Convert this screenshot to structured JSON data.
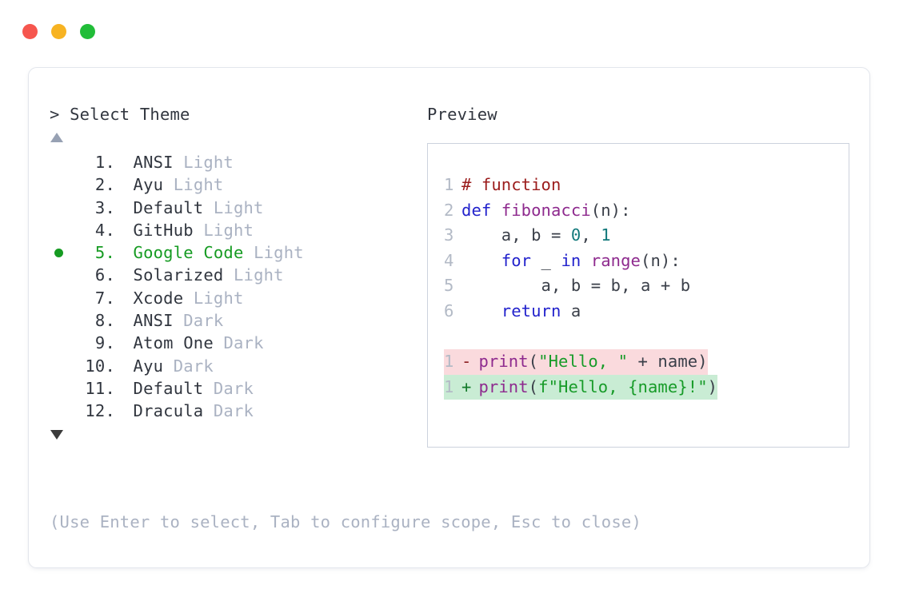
{
  "titlebar": {
    "dots": [
      {
        "name": "close-button",
        "color": "#f6564e"
      },
      {
        "name": "minimize-button",
        "color": "#f7b322"
      },
      {
        "name": "maximize-button",
        "color": "#21bd38"
      }
    ]
  },
  "left": {
    "prompt": "> Select Theme",
    "scroll_up": "▲",
    "scroll_down": "▼",
    "selected_index": 5,
    "items": [
      {
        "index": "1.",
        "name": "ANSI",
        "variant": "Light",
        "selected": false
      },
      {
        "index": "2.",
        "name": "Ayu",
        "variant": "Light",
        "selected": false
      },
      {
        "index": "3.",
        "name": "Default",
        "variant": "Light",
        "selected": false
      },
      {
        "index": "4.",
        "name": "GitHub",
        "variant": "Light",
        "selected": false
      },
      {
        "index": "5.",
        "name": "Google Code",
        "variant": "Light",
        "selected": true
      },
      {
        "index": "6.",
        "name": "Solarized",
        "variant": "Light",
        "selected": false
      },
      {
        "index": "7.",
        "name": "Xcode",
        "variant": "Light",
        "selected": false
      },
      {
        "index": "8.",
        "name": "ANSI",
        "variant": "Dark",
        "selected": false
      },
      {
        "index": "9.",
        "name": "Atom One",
        "variant": "Dark",
        "selected": false
      },
      {
        "index": "10.",
        "name": "Ayu",
        "variant": "Dark",
        "selected": false
      },
      {
        "index": "11.",
        "name": "Default",
        "variant": "Dark",
        "selected": false
      },
      {
        "index": "12.",
        "name": "Dracula",
        "variant": "Dark",
        "selected": false
      }
    ]
  },
  "right": {
    "title": "Preview",
    "code_lines": [
      {
        "lineno": "1",
        "segments": [
          {
            "text": "# function",
            "token": "comment"
          }
        ]
      },
      {
        "lineno": "2",
        "segments": [
          {
            "text": "def ",
            "token": "keyword"
          },
          {
            "text": "fibonacci",
            "token": "func"
          },
          {
            "text": "(n):",
            "token": "punct"
          }
        ]
      },
      {
        "lineno": "3",
        "segments": [
          {
            "text": "    a, b = ",
            "token": "plain"
          },
          {
            "text": "0",
            "token": "number"
          },
          {
            "text": ", ",
            "token": "plain"
          },
          {
            "text": "1",
            "token": "number"
          }
        ]
      },
      {
        "lineno": "4",
        "segments": [
          {
            "text": "    ",
            "token": "plain"
          },
          {
            "text": "for",
            "token": "keyword"
          },
          {
            "text": " _ ",
            "token": "plain"
          },
          {
            "text": "in",
            "token": "keyword"
          },
          {
            "text": " ",
            "token": "plain"
          },
          {
            "text": "range",
            "token": "builtin"
          },
          {
            "text": "(n):",
            "token": "punct"
          }
        ]
      },
      {
        "lineno": "5",
        "segments": [
          {
            "text": "        a, b = b, a + b",
            "token": "plain"
          }
        ]
      },
      {
        "lineno": "6",
        "segments": [
          {
            "text": "    ",
            "token": "plain"
          },
          {
            "text": "return",
            "token": "keyword"
          },
          {
            "text": " a",
            "token": "plain"
          }
        ]
      }
    ],
    "diff_lines": [
      {
        "lineno": "1",
        "kind": "del",
        "mark": "-",
        "segments": [
          {
            "text": "print",
            "token": "func"
          },
          {
            "text": "(",
            "token": "punct"
          },
          {
            "text": "\"Hello, \"",
            "token": "string"
          },
          {
            "text": " + name)",
            "token": "plain"
          }
        ]
      },
      {
        "lineno": "1",
        "kind": "add",
        "mark": "+",
        "segments": [
          {
            "text": "print",
            "token": "func"
          },
          {
            "text": "(",
            "token": "punct"
          },
          {
            "text": "f\"Hello, {name}!\"",
            "token": "string"
          },
          {
            "text": ")",
            "token": "punct"
          }
        ]
      }
    ]
  },
  "hint": "(Use Enter to select, Tab to configure scope, Esc to close)",
  "colors": {
    "accent_green": "#169b22",
    "muted": "#aab2c2",
    "text": "#31363f",
    "diff_del_bg": "#fadadd",
    "diff_add_bg": "#c9ecd4",
    "card_border": "#e3e6ec",
    "preview_border": "#ccd2dd"
  }
}
